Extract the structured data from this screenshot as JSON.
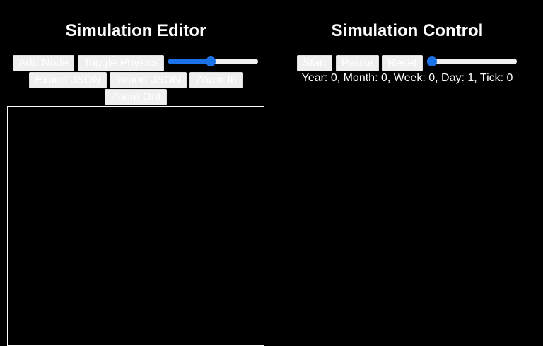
{
  "editor": {
    "title": "Simulation Editor",
    "buttons": {
      "add_node": "Add Node",
      "toggle_physics": "Toggle Physics",
      "export_json": "Export JSON",
      "import_json": "Import JSON",
      "zoom_in": "Zoom In",
      "zoom_out": "Zoom Out"
    },
    "physics_slider": {
      "value_percent": 47
    }
  },
  "control": {
    "title": "Simulation Control",
    "buttons": {
      "start": "Start",
      "pause": "Pause",
      "reset": "Reset"
    },
    "speed_slider": {
      "value_percent": 0
    },
    "status": "Year: 0, Month: 0, Week: 0, Day: 1, Tick: 0"
  },
  "colors": {
    "background": "#000000",
    "accent": "#1a73e8",
    "button_bg": "#efefef"
  }
}
